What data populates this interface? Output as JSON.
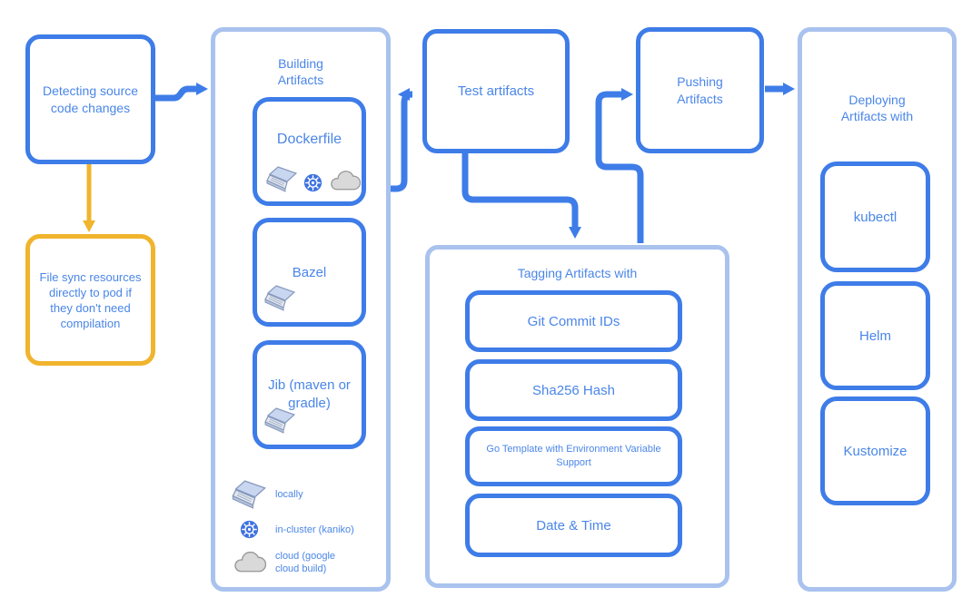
{
  "colors": {
    "primary_blue": "#3e7ce8",
    "light_blue": "#a9c2ee",
    "yellow": "#f0b42d",
    "text_blue": "#4a86e8",
    "kubernetes_blue": "#3e72e0",
    "cloud_gray": "#d9d9d9"
  },
  "nodes": {
    "detect": {
      "label": "Detecting source code changes"
    },
    "filesync": {
      "label": "File sync resources directly to pod if they don't need compilation"
    },
    "building": {
      "title": "Building Artifacts",
      "items": [
        {
          "label": "Dockerfile",
          "icons": [
            "laptop",
            "kubernetes",
            "cloud"
          ]
        },
        {
          "label": "Bazel",
          "icons": [
            "laptop"
          ]
        },
        {
          "label": "Jib (maven or gradle)",
          "icons": [
            "laptop"
          ]
        }
      ],
      "legend": [
        {
          "icon": "laptop",
          "label": "locally"
        },
        {
          "icon": "kubernetes",
          "label": "in-cluster (kaniko)"
        },
        {
          "icon": "cloud",
          "label": "cloud (google cloud build)"
        }
      ]
    },
    "test": {
      "label": "Test artifacts"
    },
    "tagging": {
      "title": "Tagging Artifacts with",
      "items": [
        "Git Commit IDs",
        "Sha256 Hash",
        "Go Template with Environment Variable Support",
        "Date & Time"
      ]
    },
    "pushing": {
      "label": "Pushing Artifacts"
    },
    "deploying": {
      "title": "Deploying Artifacts with",
      "items": [
        "kubectl",
        "Helm",
        "Kustomize"
      ]
    }
  }
}
